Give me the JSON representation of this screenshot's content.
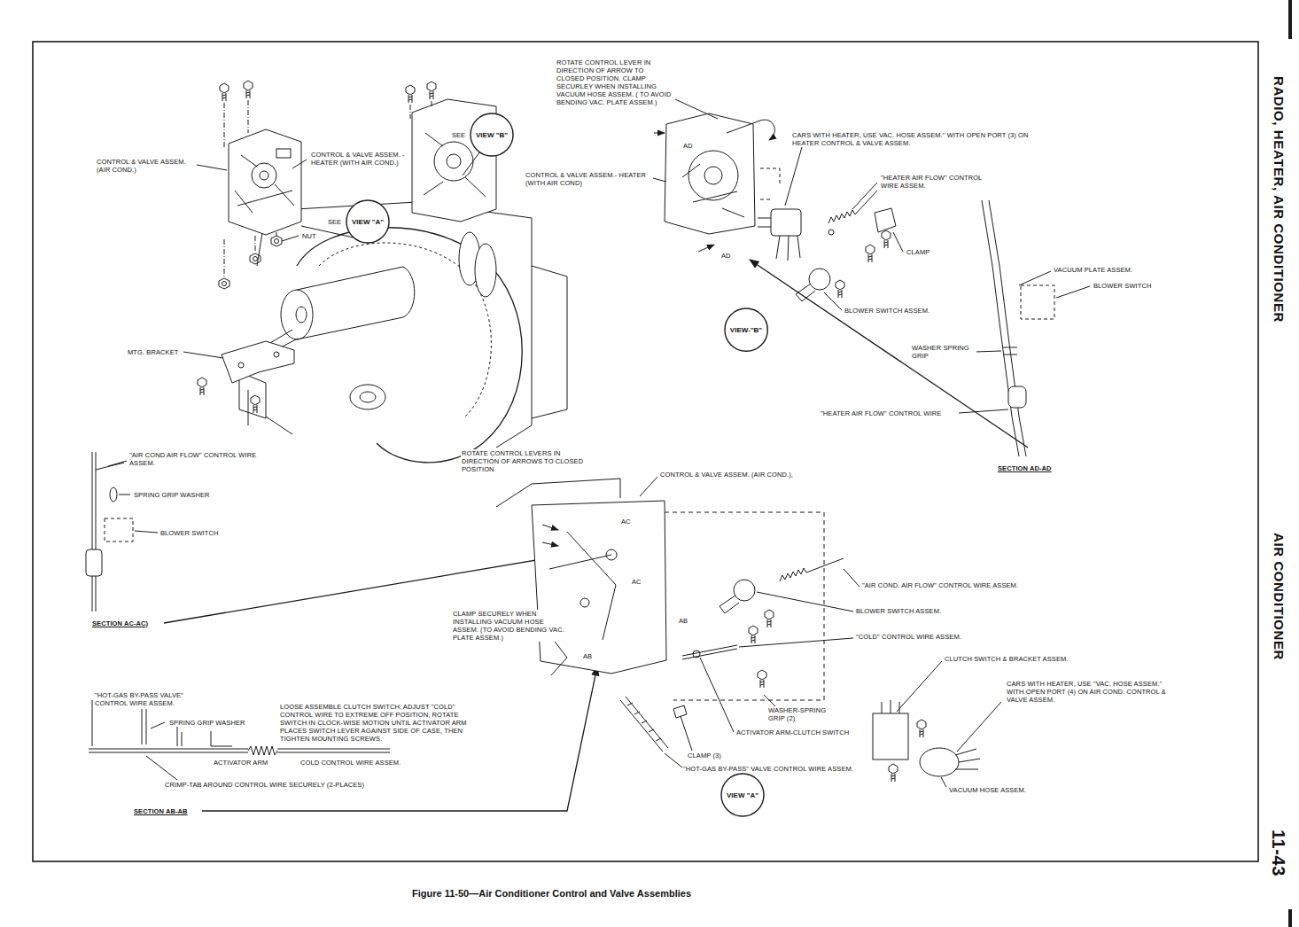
{
  "diagram": {
    "caption": "Figure 11-50—Air Conditioner Control and Valve Assemblies",
    "nodes": [
      {
        "text": [
          "SEE",
          "VIEW \"B\""
        ]
      },
      {
        "text": [
          "SEE",
          "VIEW \"A\""
        ]
      },
      {
        "text": [
          "VIEW-\"B\""
        ]
      },
      {
        "text": [
          "VIEW \"A\""
        ]
      }
    ],
    "labels": [
      "RADIO, HEATER, AIR CONDITIONER",
      "AIR CONDITIONER",
      "11-43",
      "CONTROL & VALVE ASSEM. (AIR COND.)",
      "CONTROL & VALVE ASSEM. - HEATER (WITH AIR COND.)",
      "NUT",
      "MTG. BRACKET",
      "ROTATE CONTROL LEVER IN DIRECTION OF ARROW TO CLOSED POSITION. CLAMP SECURLEY WHEN INSTALLING VACUUM HOSE ASSEM. ( TO AVOID BENDING VAC. PLATE ASSEM.)",
      "AD",
      "CARS WITH HEATER, USE VAC. HOSE ASSEM.\" WITH OPEN PORT (3) ON HEATER CONTROL & VALVE ASSEM.",
      "CONTROL & VALVE ASSEM.- HEATER (WITH AIR COND)",
      "\"HEATER AIR FLOW\" CONTROL WIRE ASSEM.",
      "CLAMP",
      "AD",
      "VACUUM PLATE ASSEM.",
      "BLOWER SWITCH",
      "BLOWER SWITCH ASSEM.",
      "WASHER SPRING GRIP",
      "\"HEATER AIR FLOW\" CONTROL WIRE",
      "SECTION AD-AD",
      "\"AIR COND AIR FLOW\" CONTROL WIRE ASSEM.",
      "SPRING GRIP WASHER",
      "BLOWER SWITCH",
      "ROTATE CONTROL LEVERS IN DIRECTION OF ARROWS TO CLOSED POSITION",
      "CONTROL & VALVE ASSEM. (AIR COND.),",
      "AC",
      "\"AIR COND. AIR FLOW\" CONTROL WIRE ASSEM.",
      "AC",
      "BLOWER SWITCH ASSEM.",
      "CLAMP SECURELY WHEN INSTALLING VACUUM HOSE ASSEM. (TO AVOID BENDING VAC. PLATE ASSEM.)",
      "SECTION AC-AC)",
      "AB",
      "\"COLD\" CONTROL WIRE ASSEM.",
      "AB",
      "CLUTCH SWITCH & BRACKET ASSEM.",
      "CARS WITH HEATER, USE \"VAC. HOSE ASSEM.\" WITH OPEN PORT (4) ON AIR COND. CONTROL & VALVE ASSEM.",
      "\"HOT-GAS BY-PASS VALVE\" CONTROL WIRE ASSEM.",
      "LOOSE ASSEMBLE CLUTCH SWITCH, ADJUST \"COLD\" CONTROL WIRE TO EXTREME OFF POSITION, ROTATE SWITCH IN CLOCK-WISE MOTION UNTIL ACTIVATOR ARM PLACES SWITCH LEVER AGAINST SIDE OF CASE, THEN TIGHTEN MOUNTING SCREWS.",
      "SPRING GRIP WASHER",
      "WASHER-SPRING GRIP (2)",
      "ACTIVATOR ARM-CLUTCH SWITCH",
      "CLAMP (3)",
      "ACTIVATOR ARM",
      "COLD CONTROL WIRE ASSEM.",
      "\"HOT-GAS BY-PASS\" VALVE CONTROL WIRE ASSEM.",
      "CRIMP-TAB AROUND CONTROL WIRE SECURELY (2-PLACES)",
      "VACUUM HOSE ASSEM.",
      "SECTION AB-AB"
    ]
  }
}
